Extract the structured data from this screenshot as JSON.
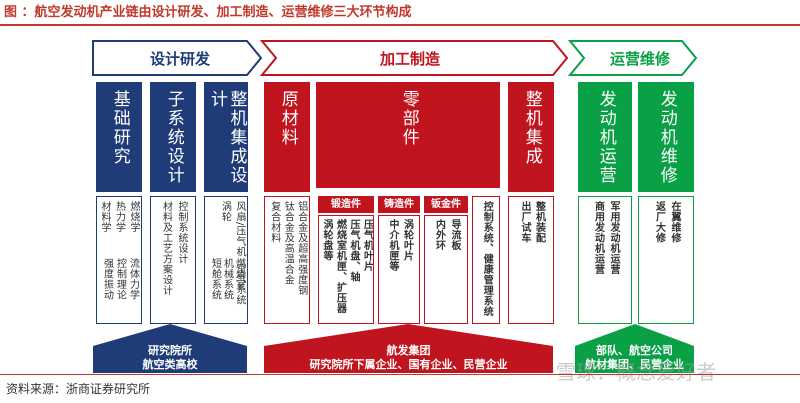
{
  "title": "图 ：航空发动机产业链由设计研发、加工制造、运营维修三大环节构成",
  "source": "资料来源：浙商证券研究所",
  "watermark": "雪球：概念爱好者",
  "colors": {
    "design": "#1f3c78",
    "manufacturing": "#c0141e",
    "operation": "#0aa046"
  },
  "phases": {
    "design": {
      "label": "设计研发",
      "columns": [
        {
          "head": "基础研究",
          "body": [
            "燃烧学",
            "热力学",
            "材料学",
            "流体力学",
            "控制理论",
            "强度振动"
          ]
        },
        {
          "head": "子系统设计",
          "body": [
            "材料及工艺方案设计",
            "控制系统设计"
          ]
        },
        {
          "head": "整机集成设计",
          "body": [
            "空气系统",
            "风扇/压气机",
            "涡轮",
            "燃烧室",
            "机械系统",
            "短舱系统"
          ]
        }
      ],
      "bottom": [
        "研究院所",
        "航空类高校"
      ]
    },
    "manufacturing": {
      "label": "加工制造",
      "columns": [
        {
          "head": "原材料",
          "body": [
            "钛合金及高温合金",
            "铝合金及超高强度钢",
            "复合材料"
          ]
        },
        {
          "head": "零部件",
          "subs": [
            {
              "tag": "锻造件",
              "body": [
                "压气机叶片",
                "压气机盘、轴",
                "燃烧室机匣、扩压器",
                "涡轮盘等"
              ]
            },
            {
              "tag": "铸造件",
              "body": [
                "涡轮叶片",
                "中介机匣等"
              ]
            },
            {
              "tag": "钣金件",
              "body": [
                "导流板",
                "内外环"
              ]
            }
          ],
          "extra": [
            "控制系统、健康管理系统"
          ]
        },
        {
          "head": "整机集成",
          "body": [
            "整机装配",
            "出厂试车"
          ]
        }
      ],
      "bottom": [
        "航发集团",
        "研究院所下属企业、国有企业、民营企业"
      ]
    },
    "operation": {
      "label": "运营维修",
      "columns": [
        {
          "head": "发动机运营",
          "body": [
            "军用发动机运营",
            "商用发动机运营"
          ]
        },
        {
          "head": "发动机维修",
          "body": [
            "在翼维修",
            "返厂大修"
          ]
        }
      ],
      "bottom": [
        "部队、航空公司",
        "航材集团、民营企业"
      ]
    }
  }
}
